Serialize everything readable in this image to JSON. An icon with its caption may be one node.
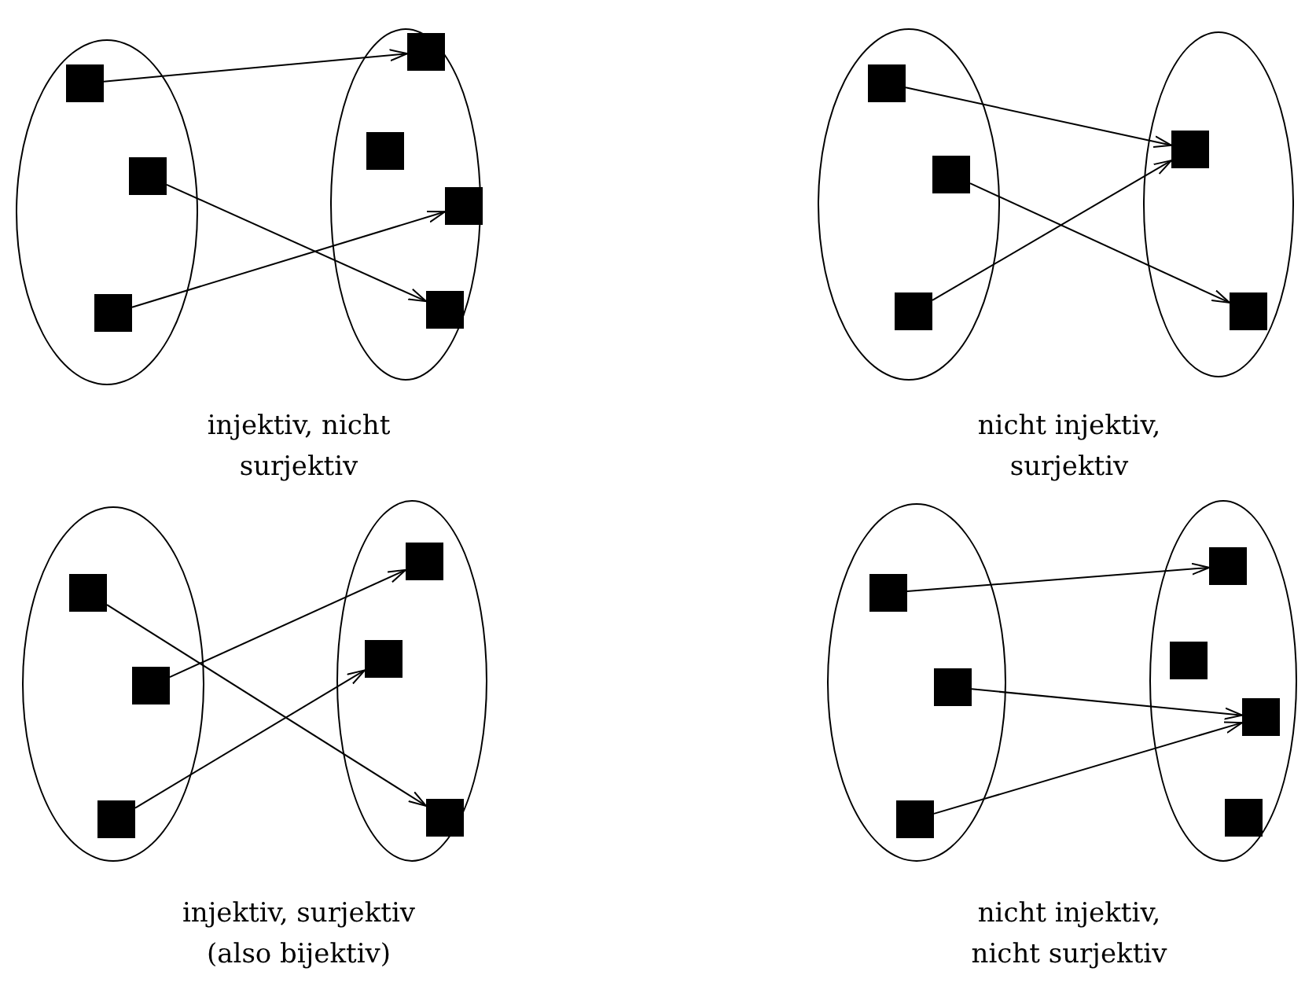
{
  "diagram": {
    "nodes": [
      {
        "text": [],
        "shape": "ellipse"
      },
      {
        "text": [],
        "shape": "box",
        "in": 0
      },
      {
        "text": [],
        "shape": "box",
        "in": 0
      },
      {
        "text": [],
        "shape": "box",
        "in": 0
      },
      {
        "text": [],
        "shape": "ellipse"
      },
      {
        "text": [],
        "shape": "box",
        "in": 4
      },
      {
        "text": [],
        "shape": "box",
        "in": 4
      },
      {
        "text": [],
        "shape": "box",
        "in": 4
      },
      {
        "text": [],
        "shape": "box",
        "in": 4
      },
      {
        "text": [],
        "shape": "ellipse"
      },
      {
        "text": [],
        "shape": "box",
        "in": 9
      },
      {
        "text": [],
        "shape": "box",
        "in": 9
      },
      {
        "text": [],
        "shape": "box",
        "in": 9
      },
      {
        "text": [],
        "shape": "ellipse"
      },
      {
        "text": [],
        "shape": "box",
        "in": 13
      },
      {
        "text": [],
        "shape": "box",
        "in": 13
      },
      {
        "text": [],
        "shape": "ellipse"
      },
      {
        "text": [],
        "shape": "box",
        "in": 16
      },
      {
        "text": [],
        "shape": "box",
        "in": 16
      },
      {
        "text": [],
        "shape": "box",
        "in": 16
      },
      {
        "text": [],
        "shape": "ellipse"
      },
      {
        "text": [],
        "shape": "box",
        "in": 20
      },
      {
        "text": [],
        "shape": "box",
        "in": 20
      },
      {
        "text": [],
        "shape": "box",
        "in": 20
      },
      {
        "text": [],
        "shape": "ellipse"
      },
      {
        "text": [],
        "shape": "box",
        "in": 24
      },
      {
        "text": [],
        "shape": "box",
        "in": 24
      },
      {
        "text": [],
        "shape": "box",
        "in": 24
      },
      {
        "text": [],
        "shape": "ellipse"
      },
      {
        "text": [],
        "shape": "box",
        "in": 28
      },
      {
        "text": [],
        "shape": "box",
        "in": 28
      },
      {
        "text": [],
        "shape": "box",
        "in": 28
      },
      {
        "text": [],
        "shape": "box",
        "in": 28
      }
    ],
    "edges": [
      {
        "from": 1,
        "to": 5,
        "arrow": "to"
      },
      {
        "from": 2,
        "to": 8,
        "arrow": "to"
      },
      {
        "from": 3,
        "to": 7,
        "arrow": "to"
      },
      {
        "from": 10,
        "to": 14,
        "arrow": "to"
      },
      {
        "from": 11,
        "to": 15,
        "arrow": "to"
      },
      {
        "from": 12,
        "to": 14,
        "arrow": "to"
      },
      {
        "from": 17,
        "to": 23,
        "arrow": "to"
      },
      {
        "from": 18,
        "to": 21,
        "arrow": "to"
      },
      {
        "from": 19,
        "to": 22,
        "arrow": "to"
      },
      {
        "from": 25,
        "to": 29,
        "arrow": "to"
      },
      {
        "from": 26,
        "to": 31,
        "arrow": "to"
      },
      {
        "from": 27,
        "to": 31,
        "arrow": "to"
      }
    ],
    "labels": [
      "injektiv, nicht surjektiv",
      "nicht injektiv, surjektiv",
      "injektiv, surjektiv (also bijektiv)",
      "nicht injektiv, nicht surjektiv"
    ]
  }
}
